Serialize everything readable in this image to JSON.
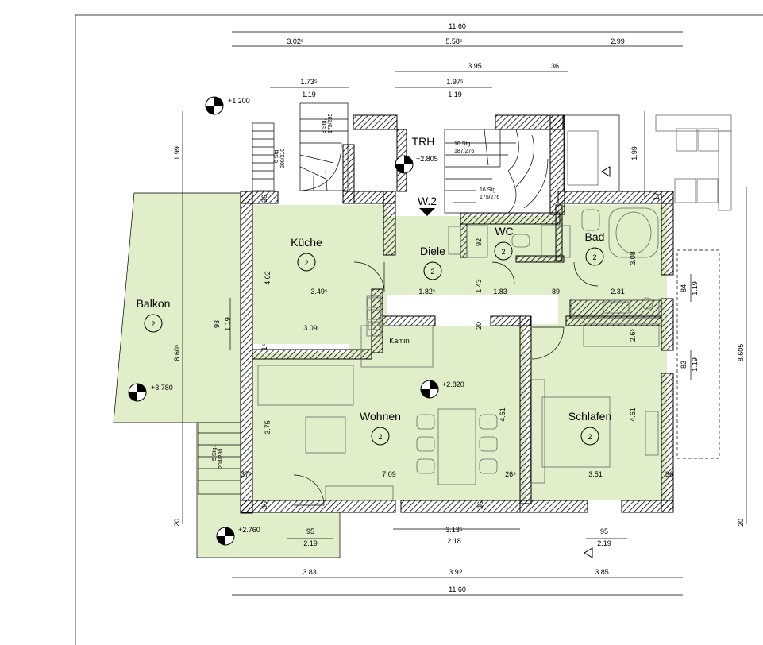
{
  "colors": {
    "floor": "#e0efca",
    "wall": "#000000",
    "line": "#000000",
    "furniture": "#666666"
  },
  "rooms": [
    {
      "name": "Küche",
      "badge": "2"
    },
    {
      "name": "Diele",
      "badge": "2"
    },
    {
      "name": "WC",
      "badge": "2"
    },
    {
      "name": "Bad",
      "badge": "2"
    },
    {
      "name": "Balkon",
      "badge": "2"
    },
    {
      "name": "Wohnen",
      "badge": "2"
    },
    {
      "name": "Schlafen",
      "badge": "2"
    }
  ],
  "labels": {
    "trh": "TRH",
    "w2": "W.2",
    "kamin": "Kamin"
  },
  "levels": [
    "+1.200",
    "+2.805",
    "+2.820",
    "+3.780",
    "+2.760"
  ],
  "stairs": [
    "16 Stg.",
    "187/276",
    "16 Stg.",
    "175/276",
    "9 Stg.",
    "175/295",
    "6 Stg.",
    "200/210",
    "5 Stg.",
    "204/280"
  ],
  "dimensions": {
    "top": [
      "11.60",
      "3.02⁵",
      "5.58⁵",
      "2.99",
      "3.95",
      "36",
      "1.73⁵",
      "1.97⁵",
      "1.19",
      "1.19"
    ],
    "bottom": [
      "3.83",
      "3.92",
      "3.85",
      "11.60",
      "3.13⁵",
      "2.18",
      "95",
      "2.19",
      "95",
      "2.19"
    ],
    "side": [
      "1.99",
      "8.60⁵",
      "93",
      "1.19",
      "20",
      "1.99",
      "8.605",
      "84",
      "1.19",
      "83",
      "1.19",
      "20"
    ],
    "inner": [
      "4.02",
      "3.49⁵",
      "3.09",
      "3.75",
      "7.09",
      "1.82⁵",
      "1.43",
      "1.83",
      "89",
      "2.31",
      "3.08",
      "2.6⁵",
      "4.61",
      "4.61",
      "3.51",
      "37⁵",
      "26⁵",
      "36",
      "36",
      "36",
      "1⁵",
      "36",
      "92",
      "20",
      "17"
    ]
  }
}
